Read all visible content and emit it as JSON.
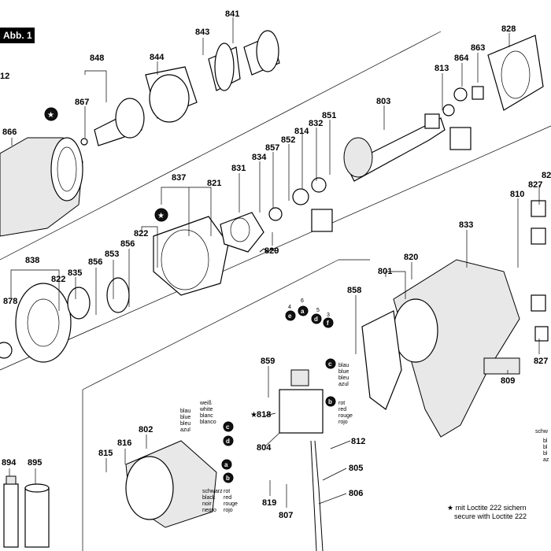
{
  "figure_label": "Abb. 1",
  "part_numbers": {
    "n841": "841",
    "n843": "843",
    "n844": "844",
    "n848": "848",
    "n867": "867",
    "n866": "866",
    "n812": "12",
    "n828": "828",
    "n864": "864",
    "n863": "863",
    "n813": "813",
    "n803": "803",
    "n851": "851",
    "n832": "832",
    "n814": "814",
    "n852": "852",
    "n857": "857",
    "n834": "834",
    "n831": "831",
    "n837": "837",
    "n821": "821",
    "n822a": "822",
    "n856a": "856",
    "n853": "853",
    "n856b": "856",
    "n835": "835",
    "n822b": "822",
    "n838": "838",
    "n878": "878",
    "n829": "829",
    "n833": "833",
    "n820": "820",
    "n801": "801",
    "n858": "858",
    "n810": "810",
    "n827a": "827",
    "n827b": "827",
    "n82": "82",
    "n809": "809",
    "n859": "859",
    "n818": "818",
    "n804": "804",
    "n812b": "812",
    "n805": "805",
    "n806": "806",
    "n819": "819",
    "n807": "807",
    "n802": "802",
    "n816": "816",
    "n815": "815",
    "n894": "894",
    "n895": "895"
  },
  "wire_numbers": {
    "w4": "4",
    "w6": "6",
    "w5": "5",
    "w3": "3"
  },
  "wire_letters": {
    "e": "e",
    "a": "a",
    "d": "d",
    "f": "f",
    "c": "c",
    "b": "b"
  },
  "color_labels": {
    "blue": [
      "blau",
      "blue",
      "bleu",
      "azul"
    ],
    "white": [
      "weiß",
      "white",
      "blanc",
      "blanco"
    ],
    "red": [
      "rot",
      "red",
      "rouge",
      "rojo"
    ],
    "black": [
      "schwarz",
      "black",
      "noir",
      "negro"
    ],
    "schw_partial": "schw",
    "partial_right": [
      "bl",
      "bl",
      "bl",
      "az"
    ]
  },
  "note": {
    "line1": "mit Loctite 222 sichern",
    "line2": "secure with Loctite 222"
  }
}
